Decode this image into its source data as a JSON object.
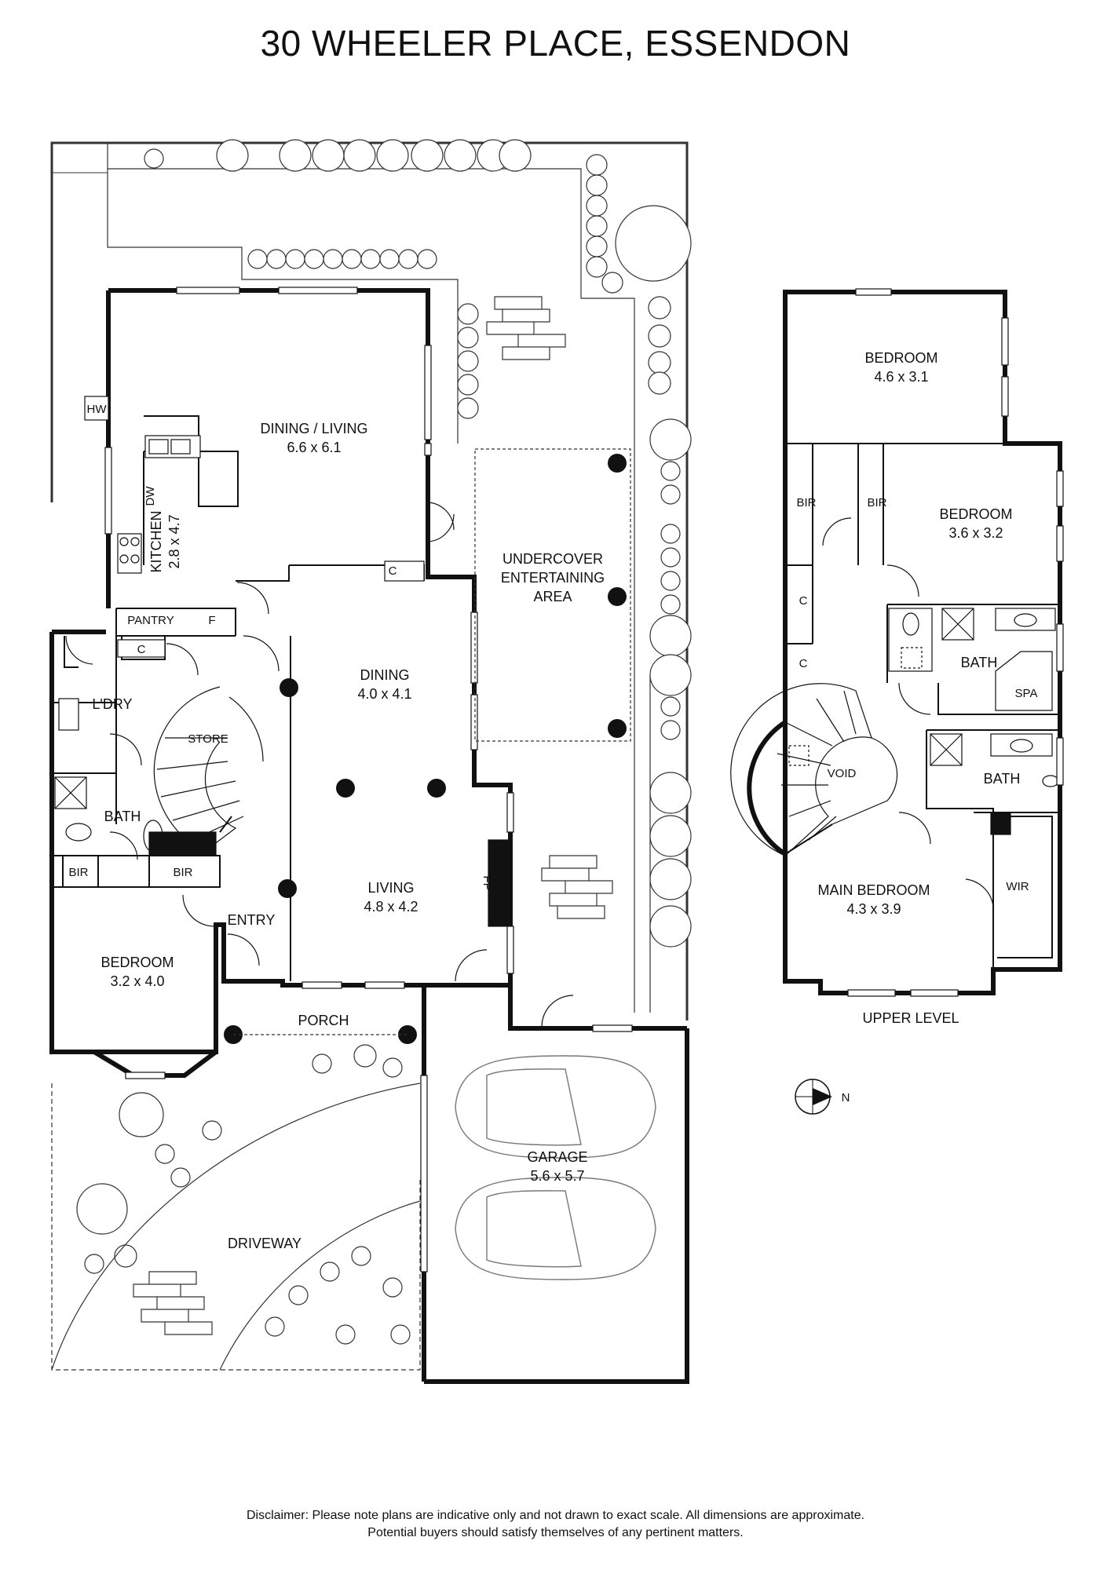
{
  "title": "30 WHEELER PLACE, ESSENDON",
  "north_label": "N",
  "upper_level_label": "UPPER LEVEL",
  "rooms": {
    "dining_living": {
      "name": "DINING / LIVING",
      "size": "6.6 x 6.1"
    },
    "kitchen": {
      "name": "KITCHEN",
      "size": "2.8 x 4.7"
    },
    "dining": {
      "name": "DINING",
      "size": "4.0 x 4.1"
    },
    "living": {
      "name": "LIVING",
      "size": "4.8 x 4.2"
    },
    "undercover": {
      "line1": "UNDERCOVER",
      "line2": "ENTERTAINING",
      "line3": "AREA"
    },
    "bedroom_ground": {
      "name": "BEDROOM",
      "size": "3.2 x 4.0"
    },
    "garage": {
      "name": "GARAGE",
      "size": "5.6 x 5.7"
    },
    "bedroom_1": {
      "name": "BEDROOM",
      "size": "4.6 x 3.1"
    },
    "bedroom_2": {
      "name": "BEDROOM",
      "size": "3.6 x 3.2"
    },
    "main_bedroom": {
      "name": "MAIN BEDROOM",
      "size": "4.3 x 3.9"
    }
  },
  "labels": {
    "hw": "HW",
    "dw": "DW",
    "pantry": "PANTRY",
    "fridge": "F",
    "cupboard": "C",
    "laundry": "L'DRY",
    "store": "STORE",
    "bath": "BATH",
    "bir": "BIR",
    "entry": "ENTRY",
    "porch": "PORCH",
    "driveway": "DRIVEWAY",
    "fireplace": "FP",
    "spa": "SPA",
    "void": "VOID",
    "wir": "WIR"
  },
  "disclaimer": {
    "line1": "Disclaimer: Please note plans are indicative only and not drawn to exact scale. All dimensions are approximate.",
    "line2": "Potential buyers should satisfy themselves of any pertinent matters."
  }
}
